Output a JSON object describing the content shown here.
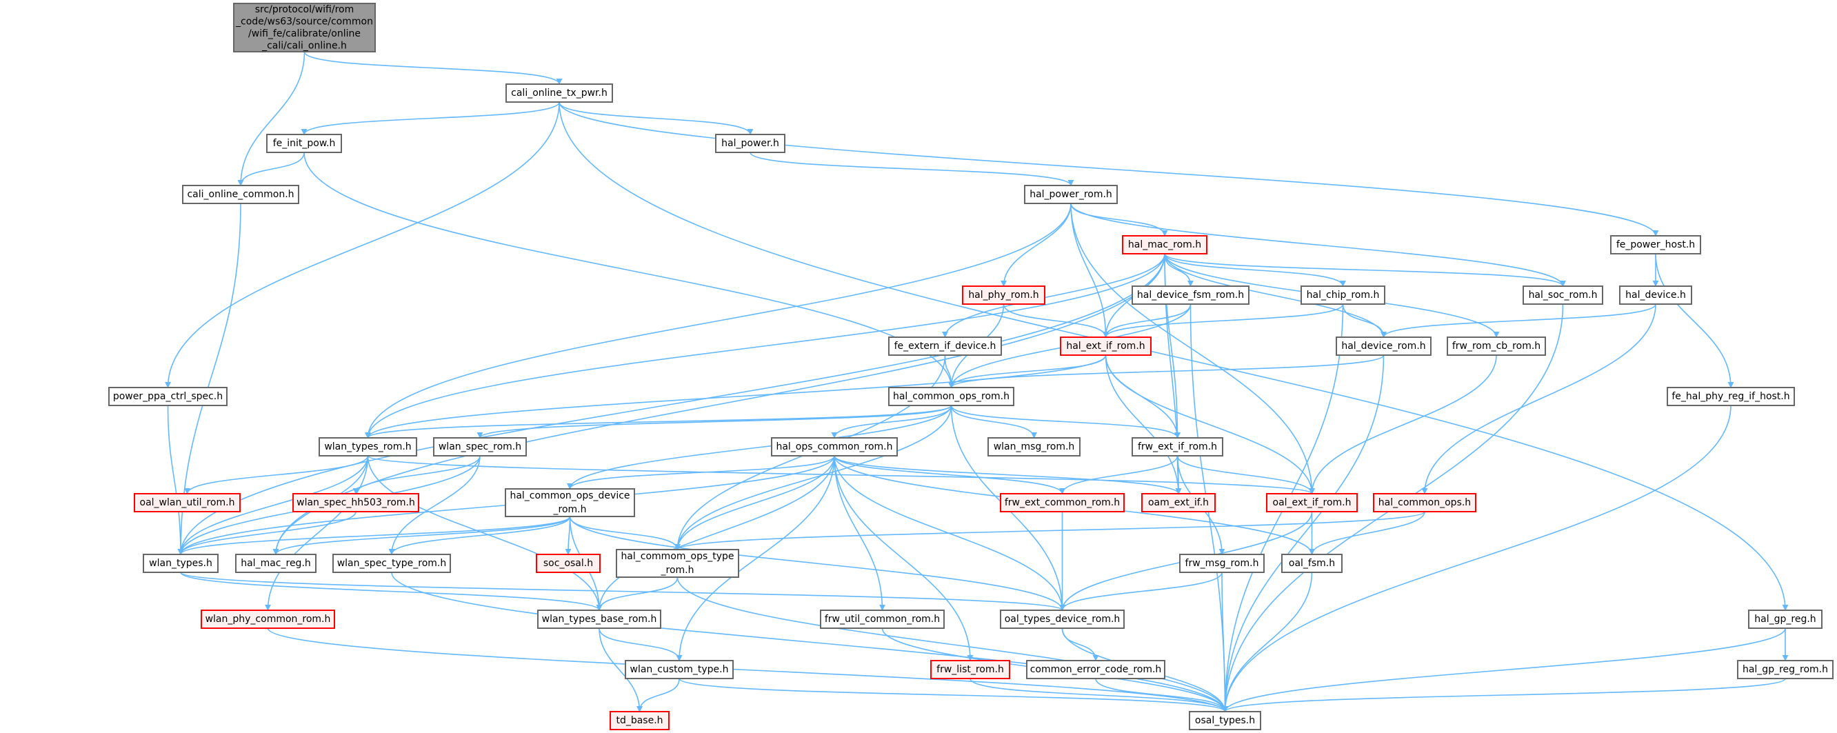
{
  "graph": {
    "edge_color": "#63b8ff",
    "nodes": {
      "root": {
        "lines": [
          "src/protocol/wifi/rom",
          "_code/ws63/source/common",
          "/wifi_fe/calibrate/online",
          "_cali/cali_online.h"
        ],
        "style": "root"
      },
      "cali_online_tx_pwr": {
        "lines": [
          "cali_online_tx_pwr.h"
        ]
      },
      "fe_init_pow": {
        "lines": [
          "fe_init_pow.h"
        ]
      },
      "hal_power": {
        "lines": [
          "hal_power.h"
        ]
      },
      "cali_online_common": {
        "lines": [
          "cali_online_common.h"
        ]
      },
      "hal_power_rom": {
        "lines": [
          "hal_power_rom.h"
        ]
      },
      "hal_mac_rom": {
        "lines": [
          "hal_mac_rom.h"
        ],
        "style": "red"
      },
      "fe_power_host": {
        "lines": [
          "fe_power_host.h"
        ]
      },
      "hal_phy_rom": {
        "lines": [
          "hal_phy_rom.h"
        ],
        "style": "red"
      },
      "hal_device_fsm_rom": {
        "lines": [
          "hal_device_fsm_rom.h"
        ]
      },
      "hal_chip_rom": {
        "lines": [
          "hal_chip_rom.h"
        ]
      },
      "hal_soc_rom": {
        "lines": [
          "hal_soc_rom.h"
        ]
      },
      "hal_device": {
        "lines": [
          "hal_device.h"
        ]
      },
      "fe_extern_if_device": {
        "lines": [
          "fe_extern_if_device.h"
        ]
      },
      "hal_ext_if_rom": {
        "lines": [
          "hal_ext_if_rom.h"
        ],
        "style": "red"
      },
      "hal_device_rom": {
        "lines": [
          "hal_device_rom.h"
        ]
      },
      "frw_rom_cb_rom": {
        "lines": [
          "frw_rom_cb_rom.h"
        ]
      },
      "power_ppa_ctrl_spec": {
        "lines": [
          "power_ppa_ctrl_spec.h"
        ]
      },
      "hal_common_ops_rom": {
        "lines": [
          "hal_common_ops_rom.h"
        ]
      },
      "fe_hal_phy_reg_if_host": {
        "lines": [
          "fe_hal_phy_reg_if_host.h"
        ]
      },
      "wlan_types_rom": {
        "lines": [
          "wlan_types_rom.h"
        ]
      },
      "wlan_spec_rom": {
        "lines": [
          "wlan_spec_rom.h"
        ]
      },
      "hal_ops_common_rom": {
        "lines": [
          "hal_ops_common_rom.h"
        ]
      },
      "wlan_msg_rom": {
        "lines": [
          "wlan_msg_rom.h"
        ]
      },
      "frw_ext_if_rom": {
        "lines": [
          "frw_ext_if_rom.h"
        ]
      },
      "oal_wlan_util_rom": {
        "lines": [
          "oal_wlan_util_rom.h"
        ],
        "style": "red"
      },
      "wlan_spec_hh503_rom": {
        "lines": [
          "wlan_spec_hh503_rom.h"
        ],
        "style": "red"
      },
      "hal_common_ops_device_rom": {
        "lines": [
          "hal_common_ops_device",
          "_rom.h"
        ]
      },
      "frw_ext_common_rom": {
        "lines": [
          "frw_ext_common_rom.h"
        ],
        "style": "red"
      },
      "oam_ext_if": {
        "lines": [
          "oam_ext_if.h"
        ],
        "style": "red"
      },
      "oal_ext_if_rom": {
        "lines": [
          "oal_ext_if_rom.h"
        ],
        "style": "red"
      },
      "hal_common_ops": {
        "lines": [
          "hal_common_ops.h"
        ],
        "style": "red"
      },
      "wlan_types": {
        "lines": [
          "wlan_types.h"
        ]
      },
      "hal_mac_reg": {
        "lines": [
          "hal_mac_reg.h"
        ]
      },
      "wlan_spec_type_rom": {
        "lines": [
          "wlan_spec_type_rom.h"
        ]
      },
      "soc_osal": {
        "lines": [
          "soc_osal.h"
        ],
        "style": "red"
      },
      "hal_commom_ops_type_rom": {
        "lines": [
          "hal_commom_ops_type",
          "_rom.h"
        ]
      },
      "frw_msg_rom": {
        "lines": [
          "frw_msg_rom.h"
        ]
      },
      "oal_fsm": {
        "lines": [
          "oal_fsm.h"
        ]
      },
      "wlan_phy_common_rom": {
        "lines": [
          "wlan_phy_common_rom.h"
        ],
        "style": "red"
      },
      "wlan_types_base_rom": {
        "lines": [
          "wlan_types_base_rom.h"
        ]
      },
      "frw_util_common_rom": {
        "lines": [
          "frw_util_common_rom.h"
        ]
      },
      "oal_types_device_rom": {
        "lines": [
          "oal_types_device_rom.h"
        ]
      },
      "hal_gp_reg": {
        "lines": [
          "hal_gp_reg.h"
        ]
      },
      "wlan_custom_type": {
        "lines": [
          "wlan_custom_type.h"
        ]
      },
      "frw_list_rom": {
        "lines": [
          "frw_list_rom.h"
        ],
        "style": "red"
      },
      "common_error_code_rom": {
        "lines": [
          "common_error_code_rom.h"
        ]
      },
      "hal_gp_reg_rom": {
        "lines": [
          "hal_gp_reg_rom.h"
        ]
      },
      "td_base": {
        "lines": [
          "td_base.h"
        ],
        "style": "red"
      },
      "osal_types": {
        "lines": [
          "osal_types.h"
        ]
      }
    },
    "edges": [
      [
        "root",
        "cali_online_tx_pwr"
      ],
      [
        "root",
        "cali_online_common"
      ],
      [
        "cali_online_tx_pwr",
        "fe_init_pow"
      ],
      [
        "cali_online_tx_pwr",
        "hal_power"
      ],
      [
        "cali_online_tx_pwr",
        "power_ppa_ctrl_spec"
      ],
      [
        "cali_online_tx_pwr",
        "fe_power_host"
      ],
      [
        "cali_online_tx_pwr",
        "hal_gp_reg"
      ],
      [
        "fe_init_pow",
        "cali_online_common"
      ],
      [
        "fe_init_pow",
        "hal_common_ops_rom"
      ],
      [
        "cali_online_common",
        "wlan_types"
      ],
      [
        "hal_power",
        "hal_power_rom"
      ],
      [
        "hal_power_rom",
        "hal_mac_rom"
      ],
      [
        "hal_power_rom",
        "hal_phy_rom"
      ],
      [
        "hal_power_rom",
        "hal_ext_if_rom"
      ],
      [
        "hal_power_rom",
        "wlan_types_rom"
      ],
      [
        "hal_power_rom",
        "hal_soc_rom"
      ],
      [
        "hal_power_rom",
        "oal_ext_if_rom"
      ],
      [
        "fe_power_host",
        "hal_device"
      ],
      [
        "fe_power_host",
        "fe_hal_phy_reg_if_host"
      ],
      [
        "hal_device",
        "hal_device_rom"
      ],
      [
        "hal_device",
        "hal_common_ops"
      ],
      [
        "fe_hal_phy_reg_if_host",
        "osal_types"
      ],
      [
        "hal_mac_rom",
        "hal_device_fsm_rom"
      ],
      [
        "hal_mac_rom",
        "hal_chip_rom"
      ],
      [
        "hal_mac_rom",
        "hal_soc_rom"
      ],
      [
        "hal_mac_rom",
        "hal_device_rom"
      ],
      [
        "hal_mac_rom",
        "frw_rom_cb_rom"
      ],
      [
        "hal_mac_rom",
        "hal_ext_if_rom"
      ],
      [
        "hal_mac_rom",
        "fe_extern_if_device"
      ],
      [
        "hal_mac_rom",
        "wlan_types_rom"
      ],
      [
        "hal_mac_rom",
        "wlan_types"
      ],
      [
        "hal_mac_rom",
        "hal_mac_reg"
      ],
      [
        "hal_mac_rom",
        "oam_ext_if"
      ],
      [
        "hal_mac_rom",
        "frw_ext_if_rom"
      ],
      [
        "hal_phy_rom",
        "hal_ext_if_rom"
      ],
      [
        "hal_phy_rom",
        "hal_common_ops_rom"
      ],
      [
        "hal_device_fsm_rom",
        "hal_ext_if_rom"
      ],
      [
        "hal_device_fsm_rom",
        "hal_common_ops_rom"
      ],
      [
        "hal_device_fsm_rom",
        "osal_types"
      ],
      [
        "hal_chip_rom",
        "hal_ext_if_rom"
      ],
      [
        "hal_chip_rom",
        "hal_device_rom"
      ],
      [
        "hal_chip_rom",
        "osal_types"
      ],
      [
        "hal_soc_rom",
        "osal_types"
      ],
      [
        "hal_device_rom",
        "hal_common_ops_rom"
      ],
      [
        "hal_device_rom",
        "osal_types"
      ],
      [
        "frw_rom_cb_rom",
        "oal_ext_if_rom"
      ],
      [
        "fe_extern_if_device",
        "hal_common_ops_rom"
      ],
      [
        "fe_extern_if_device",
        "hal_commom_ops_type_rom"
      ],
      [
        "hal_ext_if_rom",
        "hal_common_ops_rom"
      ],
      [
        "hal_ext_if_rom",
        "wlan_types_rom"
      ],
      [
        "hal_ext_if_rom",
        "frw_ext_if_rom"
      ],
      [
        "hal_ext_if_rom",
        "oam_ext_if"
      ],
      [
        "hal_ext_if_rom",
        "oal_ext_if_rom"
      ],
      [
        "power_ppa_ctrl_spec",
        "wlan_types"
      ],
      [
        "hal_common_ops_rom",
        "wlan_types_rom"
      ],
      [
        "hal_common_ops_rom",
        "wlan_spec_rom"
      ],
      [
        "hal_common_ops_rom",
        "hal_ops_common_rom"
      ],
      [
        "hal_common_ops_rom",
        "wlan_msg_rom"
      ],
      [
        "hal_common_ops_rom",
        "frw_ext_if_rom"
      ],
      [
        "hal_common_ops_rom",
        "hal_common_ops_device_rom"
      ],
      [
        "hal_common_ops_rom",
        "hal_commom_ops_type_rom"
      ],
      [
        "hal_common_ops_rom",
        "oal_types_device_rom"
      ],
      [
        "wlan_types_rom",
        "oal_wlan_util_rom"
      ],
      [
        "wlan_types_rom",
        "wlan_types"
      ],
      [
        "wlan_types_rom",
        "wlan_phy_common_rom"
      ],
      [
        "wlan_types_rom",
        "oal_ext_if_rom"
      ],
      [
        "wlan_types_rom",
        "wlan_types_base_rom"
      ],
      [
        "wlan_types_rom",
        "hal_mac_reg"
      ],
      [
        "wlan_spec_rom",
        "wlan_spec_hh503_rom"
      ],
      [
        "wlan_spec_rom",
        "wlan_spec_type_rom"
      ],
      [
        "wlan_spec_rom",
        "wlan_types"
      ],
      [
        "hal_ops_common_rom",
        "hal_common_ops_device_rom"
      ],
      [
        "hal_ops_common_rom",
        "hal_commom_ops_type_rom"
      ],
      [
        "hal_ops_common_rom",
        "wlan_types"
      ],
      [
        "hal_ops_common_rom",
        "wlan_types_base_rom"
      ],
      [
        "hal_ops_common_rom",
        "wlan_custom_type"
      ],
      [
        "hal_ops_common_rom",
        "frw_util_common_rom"
      ],
      [
        "hal_ops_common_rom",
        "frw_list_rom"
      ],
      [
        "hal_ops_common_rom",
        "oal_types_device_rom"
      ],
      [
        "hal_ops_common_rom",
        "frw_ext_common_rom"
      ],
      [
        "hal_ops_common_rom",
        "oam_ext_if"
      ],
      [
        "hal_ops_common_rom",
        "oal_fsm"
      ],
      [
        "frw_ext_if_rom",
        "frw_ext_common_rom"
      ],
      [
        "frw_ext_if_rom",
        "oam_ext_if"
      ],
      [
        "frw_ext_if_rom",
        "oal_ext_if_rom"
      ],
      [
        "frw_ext_if_rom",
        "frw_msg_rom"
      ],
      [
        "wlan_spec_hh503_rom",
        "wlan_types"
      ],
      [
        "hal_common_ops_device_rom",
        "wlan_types"
      ],
      [
        "hal_common_ops_device_rom",
        "hal_mac_reg"
      ],
      [
        "hal_common_ops_device_rom",
        "wlan_spec_type_rom"
      ],
      [
        "hal_common_ops_device_rom",
        "soc_osal"
      ],
      [
        "hal_common_ops_device_rom",
        "hal_commom_ops_type_rom"
      ],
      [
        "hal_common_ops_device_rom",
        "wlan_types_base_rom"
      ],
      [
        "hal_common_ops_device_rom",
        "oal_types_device_rom"
      ],
      [
        "frw_ext_common_rom",
        "oal_types_device_rom"
      ],
      [
        "oal_ext_if_rom",
        "oal_types_device_rom"
      ],
      [
        "oal_ext_if_rom",
        "oal_fsm"
      ],
      [
        "hal_common_ops",
        "hal_commom_ops_type_rom"
      ],
      [
        "hal_common_ops",
        "oal_fsm"
      ],
      [
        "wlan_types",
        "wlan_types_base_rom"
      ],
      [
        "wlan_types",
        "oal_types_device_rom"
      ],
      [
        "wlan_spec_type_rom",
        "osal_types"
      ],
      [
        "hal_commom_ops_type_rom",
        "wlan_types_base_rom"
      ],
      [
        "hal_commom_ops_type_rom",
        "osal_types"
      ],
      [
        "frw_msg_rom",
        "oal_types_device_rom"
      ],
      [
        "frw_msg_rom",
        "osal_types"
      ],
      [
        "oal_fsm",
        "osal_types"
      ],
      [
        "wlan_phy_common_rom",
        "osal_types"
      ],
      [
        "wlan_types_base_rom",
        "wlan_custom_type"
      ],
      [
        "wlan_types_base_rom",
        "td_base"
      ],
      [
        "frw_util_common_rom",
        "osal_types"
      ],
      [
        "oal_types_device_rom",
        "common_error_code_rom"
      ],
      [
        "oal_types_device_rom",
        "osal_types"
      ],
      [
        "hal_gp_reg",
        "hal_gp_reg_rom"
      ],
      [
        "hal_gp_reg",
        "osal_types"
      ],
      [
        "wlan_custom_type",
        "td_base"
      ],
      [
        "wlan_custom_type",
        "osal_types"
      ],
      [
        "frw_list_rom",
        "osal_types"
      ],
      [
        "common_error_code_rom",
        "osal_types"
      ],
      [
        "hal_gp_reg_rom",
        "osal_types"
      ]
    ]
  }
}
